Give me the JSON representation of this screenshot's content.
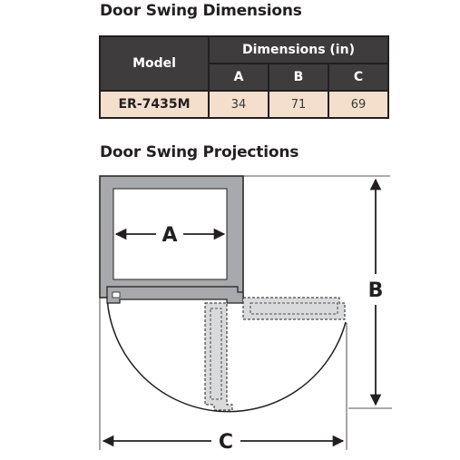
{
  "headings": {
    "dimensions": "Door Swing Dimensions",
    "projections": "Door Swing Projections"
  },
  "table": {
    "model_header": "Model",
    "group_header": "Dimensions (in)",
    "columns": [
      "A",
      "B",
      "C"
    ],
    "rows": [
      {
        "model": "ER-7435M",
        "values": [
          "34",
          "71",
          "69"
        ]
      }
    ]
  },
  "diagram": {
    "labels": {
      "a": "A",
      "b": "B",
      "c": "C"
    }
  },
  "colors": {
    "header_bg": "#3f3c3d",
    "row_bg": "#f3dfcb",
    "cabinet_fill": "#a7a9ac",
    "open_door_fill": "#d9dadb",
    "ink": "#231f20"
  }
}
